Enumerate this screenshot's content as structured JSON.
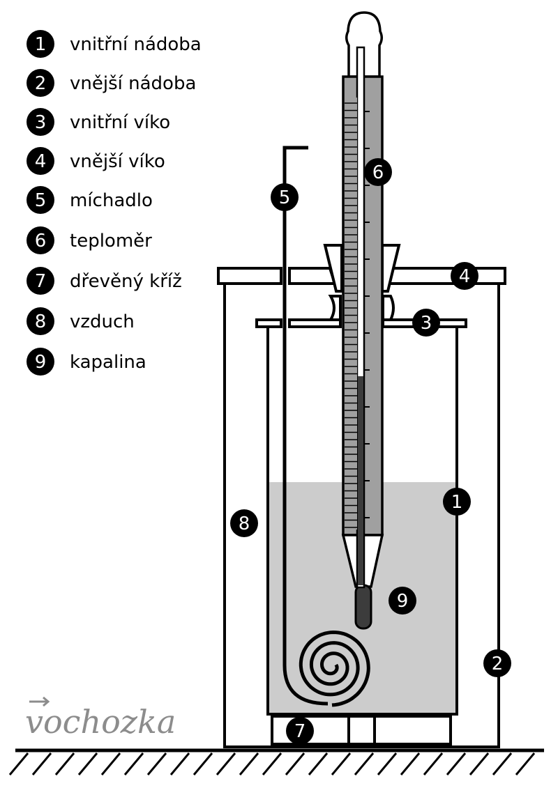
{
  "legend": [
    {
      "num": "1",
      "label": "vnitřní nádoba"
    },
    {
      "num": "2",
      "label": "vnější nádoba"
    },
    {
      "num": "3",
      "label": "vnitřní víko"
    },
    {
      "num": "4",
      "label": "vnější víko"
    },
    {
      "num": "5",
      "label": "míchadlo"
    },
    {
      "num": "6",
      "label": "teploměr"
    },
    {
      "num": "7",
      "label": "dřevěný kříž"
    },
    {
      "num": "8",
      "label": "vzduch"
    },
    {
      "num": "9",
      "label": "kapalina"
    }
  ],
  "markers": {
    "inner_vessel": "1",
    "outer_vessel": "2",
    "inner_lid": "3",
    "outer_lid": "4",
    "stirrer": "5",
    "thermometer": "6",
    "wooden_cross": "7",
    "air": "8",
    "liquid": "9"
  },
  "logo": {
    "text": "vochozka"
  },
  "colors": {
    "line": "#000000",
    "liquid": "#cccccc",
    "thermometer_body": "#a0a0a0",
    "mercury": "#3c3c3c",
    "logo": "#8c8c8c"
  }
}
